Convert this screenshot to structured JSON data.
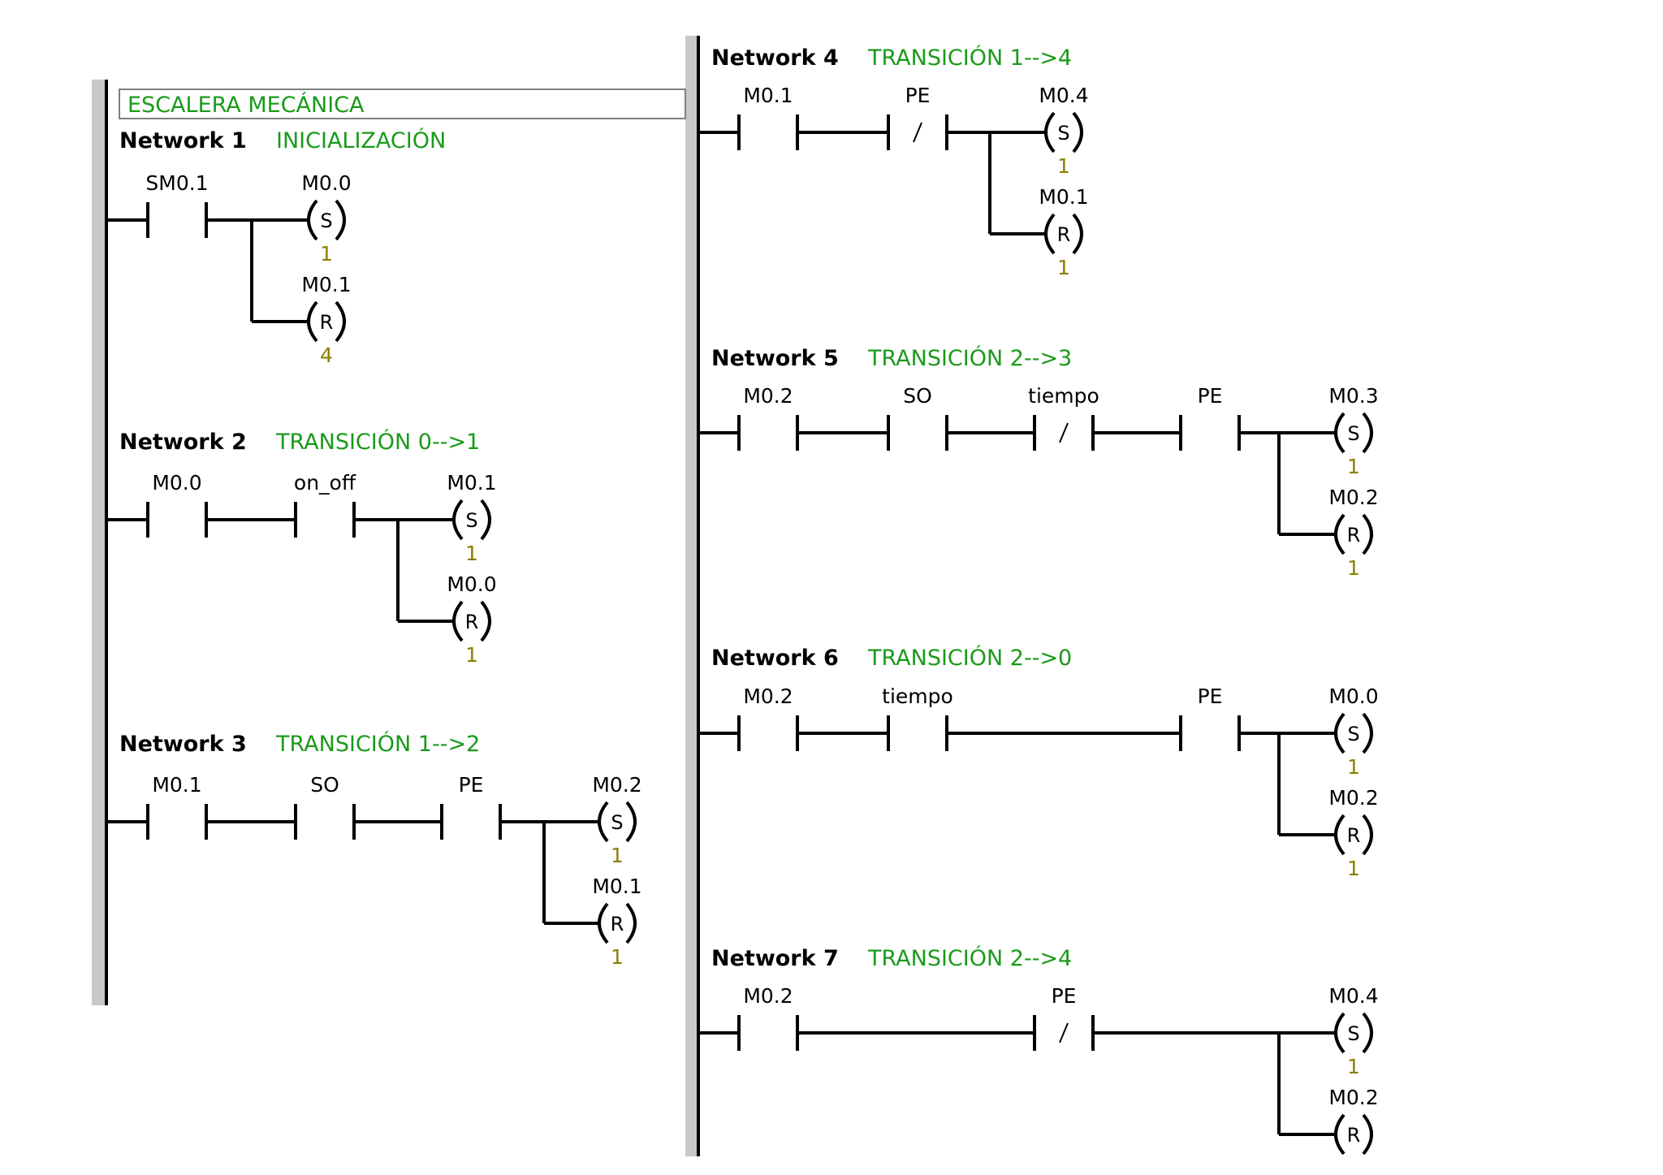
{
  "program_title": "ESCALERA MECÁNICA",
  "colors": {
    "comment": "#1a9a1a",
    "count": "#8a8000",
    "line": "#000000"
  },
  "networks": [
    {
      "label": "Network 1",
      "comment": "INICIALIZACIÓN",
      "contacts": [
        {
          "label": "SM0.1",
          "negated": false
        }
      ],
      "coils": [
        {
          "label": "M0.0",
          "type": "S",
          "count": "1"
        },
        {
          "label": "M0.1",
          "type": "R",
          "count": "4"
        }
      ]
    },
    {
      "label": "Network 2",
      "comment": "TRANSICIÓN 0-->1",
      "contacts": [
        {
          "label": "M0.0",
          "negated": false
        },
        {
          "label": "on_off",
          "negated": false
        }
      ],
      "coils": [
        {
          "label": "M0.1",
          "type": "S",
          "count": "1"
        },
        {
          "label": "M0.0",
          "type": "R",
          "count": "1"
        }
      ]
    },
    {
      "label": "Network 3",
      "comment": "TRANSICIÓN 1-->2",
      "contacts": [
        {
          "label": "M0.1",
          "negated": false
        },
        {
          "label": "SO",
          "negated": false
        },
        {
          "label": "PE",
          "negated": false
        }
      ],
      "coils": [
        {
          "label": "M0.2",
          "type": "S",
          "count": "1"
        },
        {
          "label": "M0.1",
          "type": "R",
          "count": "1"
        }
      ]
    },
    {
      "label": "Network 4",
      "comment": "TRANSICIÓN 1-->4",
      "contacts": [
        {
          "label": "M0.1",
          "negated": false
        },
        {
          "label": "PE",
          "negated": true
        }
      ],
      "coils": [
        {
          "label": "M0.4",
          "type": "S",
          "count": "1"
        },
        {
          "label": "M0.1",
          "type": "R",
          "count": "1"
        }
      ]
    },
    {
      "label": "Network 5",
      "comment": "TRANSICIÓN 2-->3",
      "contacts": [
        {
          "label": "M0.2",
          "negated": false
        },
        {
          "label": "SO",
          "negated": false
        },
        {
          "label": "tiempo",
          "negated": true
        },
        {
          "label": "PE",
          "negated": false
        }
      ],
      "coils": [
        {
          "label": "M0.3",
          "type": "S",
          "count": "1"
        },
        {
          "label": "M0.2",
          "type": "R",
          "count": "1"
        }
      ]
    },
    {
      "label": "Network 6",
      "comment": "TRANSICIÓN 2-->0",
      "contacts": [
        {
          "label": "M0.2",
          "negated": false
        },
        {
          "label": "tiempo",
          "negated": false
        },
        {
          "label": "PE",
          "negated": false
        }
      ],
      "coils": [
        {
          "label": "M0.0",
          "type": "S",
          "count": "1"
        },
        {
          "label": "M0.2",
          "type": "R",
          "count": "1"
        }
      ]
    },
    {
      "label": "Network 7",
      "comment": "TRANSICIÓN 2-->4",
      "contacts": [
        {
          "label": "M0.2",
          "negated": false
        },
        {
          "label": "PE",
          "negated": true
        }
      ],
      "coils": [
        {
          "label": "M0.4",
          "type": "S",
          "count": "1"
        },
        {
          "label": "M0.2",
          "type": "R",
          "count": ""
        }
      ]
    }
  ]
}
